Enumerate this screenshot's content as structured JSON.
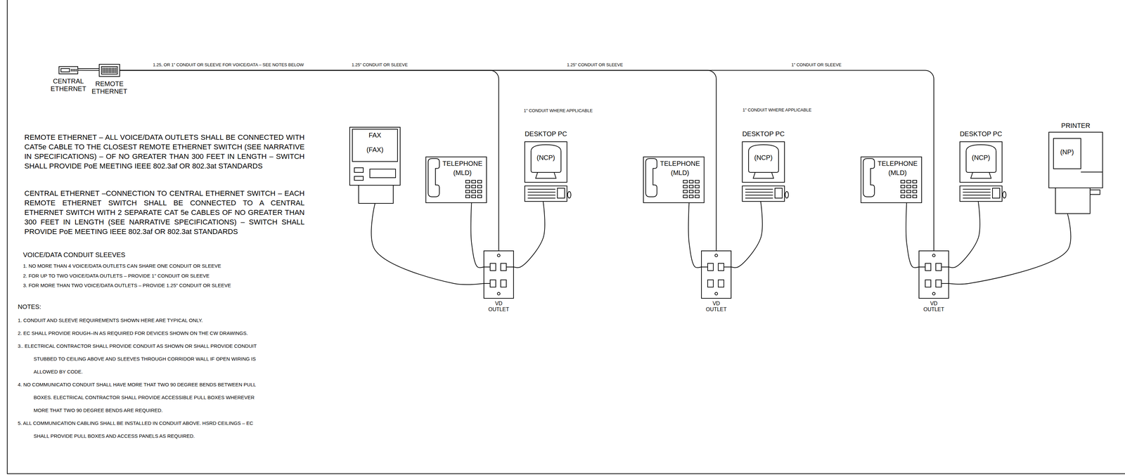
{
  "diagram": {
    "nodes": [
      {
        "text": [
          "CENTRAL ETHERNET"
        ]
      },
      {
        "text": [
          "REMOTE ETHERNET"
        ]
      },
      {
        "text": [
          "FAX",
          "(FAX)"
        ]
      },
      {
        "text": [
          "TELEPHONE",
          "(MLD)"
        ]
      },
      {
        "text": [
          "DESKTOP PC",
          "(NCP)"
        ]
      },
      {
        "text": [
          "VD OUTLET"
        ]
      },
      {
        "text": [
          "TELEPHONE",
          "(MLD)"
        ]
      },
      {
        "text": [
          "DESKTOP PC",
          "(NCP)"
        ]
      },
      {
        "text": [
          "VD OUTLET"
        ]
      },
      {
        "text": [
          "TELEPHONE",
          "(MLD)"
        ]
      },
      {
        "text": [
          "DESKTOP PC",
          "(NCP)"
        ]
      },
      {
        "text": [
          "PRINTER",
          "(NP)"
        ]
      },
      {
        "text": [
          "VD OUTLET"
        ]
      }
    ],
    "edges": [
      {
        "from": 0,
        "to": 1,
        "arrow": "none"
      },
      {
        "from": 1,
        "to": 5,
        "arrow": "none"
      },
      {
        "from": 1,
        "to": 8,
        "arrow": "none"
      },
      {
        "from": 1,
        "to": 12,
        "arrow": "none"
      },
      {
        "from": 2,
        "to": 5,
        "arrow": "none"
      },
      {
        "from": 3,
        "to": 5,
        "arrow": "none"
      },
      {
        "from": 4,
        "to": 5,
        "arrow": "none"
      },
      {
        "from": 6,
        "to": 8,
        "arrow": "none"
      },
      {
        "from": 7,
        "to": 8,
        "arrow": "none"
      },
      {
        "from": 9,
        "to": 12,
        "arrow": "none"
      },
      {
        "from": 10,
        "to": 12,
        "arrow": "none"
      },
      {
        "from": 11,
        "to": 12,
        "arrow": "none"
      }
    ],
    "labels": [
      "1.25, OR 1\" CONDUIT OR SLEEVE FOR VOICE/DATA – SEE NOTES BELOW",
      "1.25\" CONDUIT OR SLEEVE",
      "1.25\" CONDUIT OR SLEEVE",
      "1\" CONDUIT OR SLEEVE",
      "1\" CONDUIT WHERE APPLICABLE",
      "1\" CONDUIT WHERE APPLICABLE",
      "REMOTE ETHERNET – ALL VOICE/DATA OUTLETS SHALL BE CONNECTED WITH CAT5e CABLE TO THE CLOSEST REMOTE ETHERNET SWITCH (SEE NARRATIVE IN SPECIFICATIONS) – OF NO GREATER THAN 300 FEET IN LENGTH – SWITCH SHALL PROVIDE PoE MEETING IEEE 802.3af OR 802.3at STANDARDS",
      "CENTRAL ETHERNET –CONNECTION TO CENTRAL ETHERNET SWITCH – EACH REMOTE ETHERNET SWITCH SHALL BE CONNECTED TO A CENTRAL ETHERNET SWITCH WITH 2 SEPARATE CAT 5e CABLES OF NO GREATER THAN 300 FEET IN LENGTH (SEE NARRATIVE SPECIFICATIONS) – SWITCH SHALL PROVIDE PoE MEETING IEEE 802.3af OR 802.3at STANDARDS",
      "VOICE/DATA CONDUIT SLEEVES",
      "1. NO MORE THAN 4 VOICE/DATA OUTLETS CAN SHARE ONE CONDUIT OR SLEEVE",
      "2. FOR UP TO TWO VOICE/DATA OUTLETS – PROVIDE 1\" CONDUIT OR SLEEVE",
      "3. FOR MORE THAN TWO VOICE/DATA OUTLETS – PROVIDE 1.25\" CONDUIT OR SLEEVE",
      "NOTES:",
      "1. CONDUIT AND SLEEVE REQUIREMENTS SHOWN HERE ARE TYPICAL ONLY.",
      "2. EC SHALL PROVIDE ROUGH–IN AS REQUIRED FOR DEVICES SHOWN ON THE CW DRAWINGS.",
      "3.. ELECTRICAL CONTRACTOR SHALL PROVIDE CONDUIT AS SHOWN OR SHALL PROVIDE CONDUIT STUBBED TO CEILING ABOVE AND SLEEVES THROUGH CORRIDOR WALL IF OPEN WIRING IS ALLOWED BY CODE.",
      "4. NO COMMUNICATIO CONDUIT SHALL HAVE MORE THAT TWO 90 DEGREE BENDS BETWEEN PULL BOXES. ELECTRICAL CONTRACTOR SHALL PROVIDE ACCESSIBLE PULL BOXES WHEREVER MORE THAT TWO 90 DEGREE BENDS ARE REQUIRED.",
      "5. ALL COMMUNICATION CABLING SHALL BE INSTALLED IN CONDUIT ABOVE. HSRD CEILINGS – EC SHALL PROVIDE PULL BOXES AND ACCESS PANELS AS REQUIRED."
    ]
  }
}
